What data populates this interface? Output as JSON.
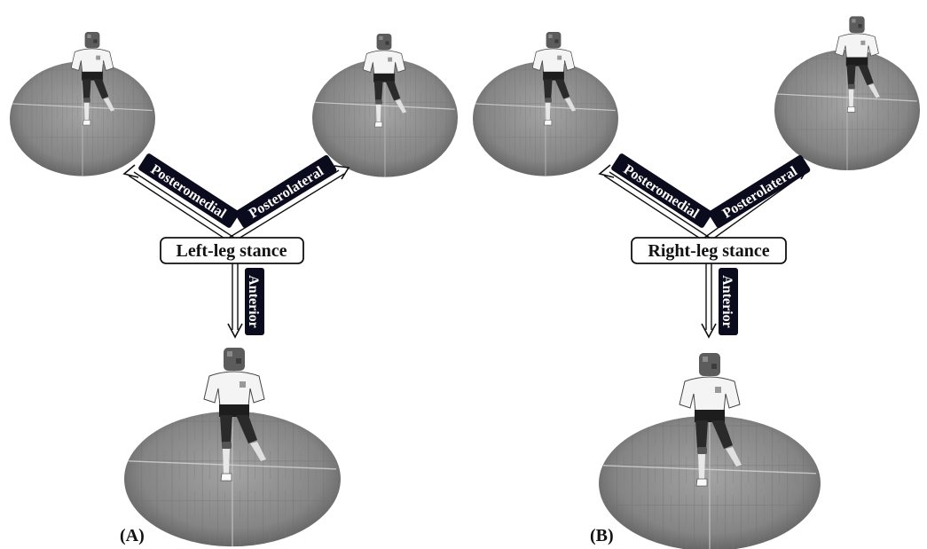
{
  "panels": [
    {
      "stance_label": "Left-leg stance",
      "panel_label": "(A)",
      "directions": {
        "posteromedial": "Posteromedial",
        "posterolateral": "Posterolateral",
        "anterior": "Anterior"
      }
    },
    {
      "stance_label": "Right-leg stance",
      "panel_label": "(B)",
      "directions": {
        "posteromedial": "Posteromedial",
        "posterolateral": "Posterolateral",
        "anterior": "Anterior"
      }
    }
  ],
  "colors": {
    "floor": "#8a8a8a",
    "floor_dark": "#5e5e5e",
    "label_fill": "#0b0b1e",
    "label_text": "#ffffff",
    "arrow": "#111111"
  },
  "icons": [
    "athlete-figure",
    "wooden-floor",
    "double-arrow"
  ]
}
